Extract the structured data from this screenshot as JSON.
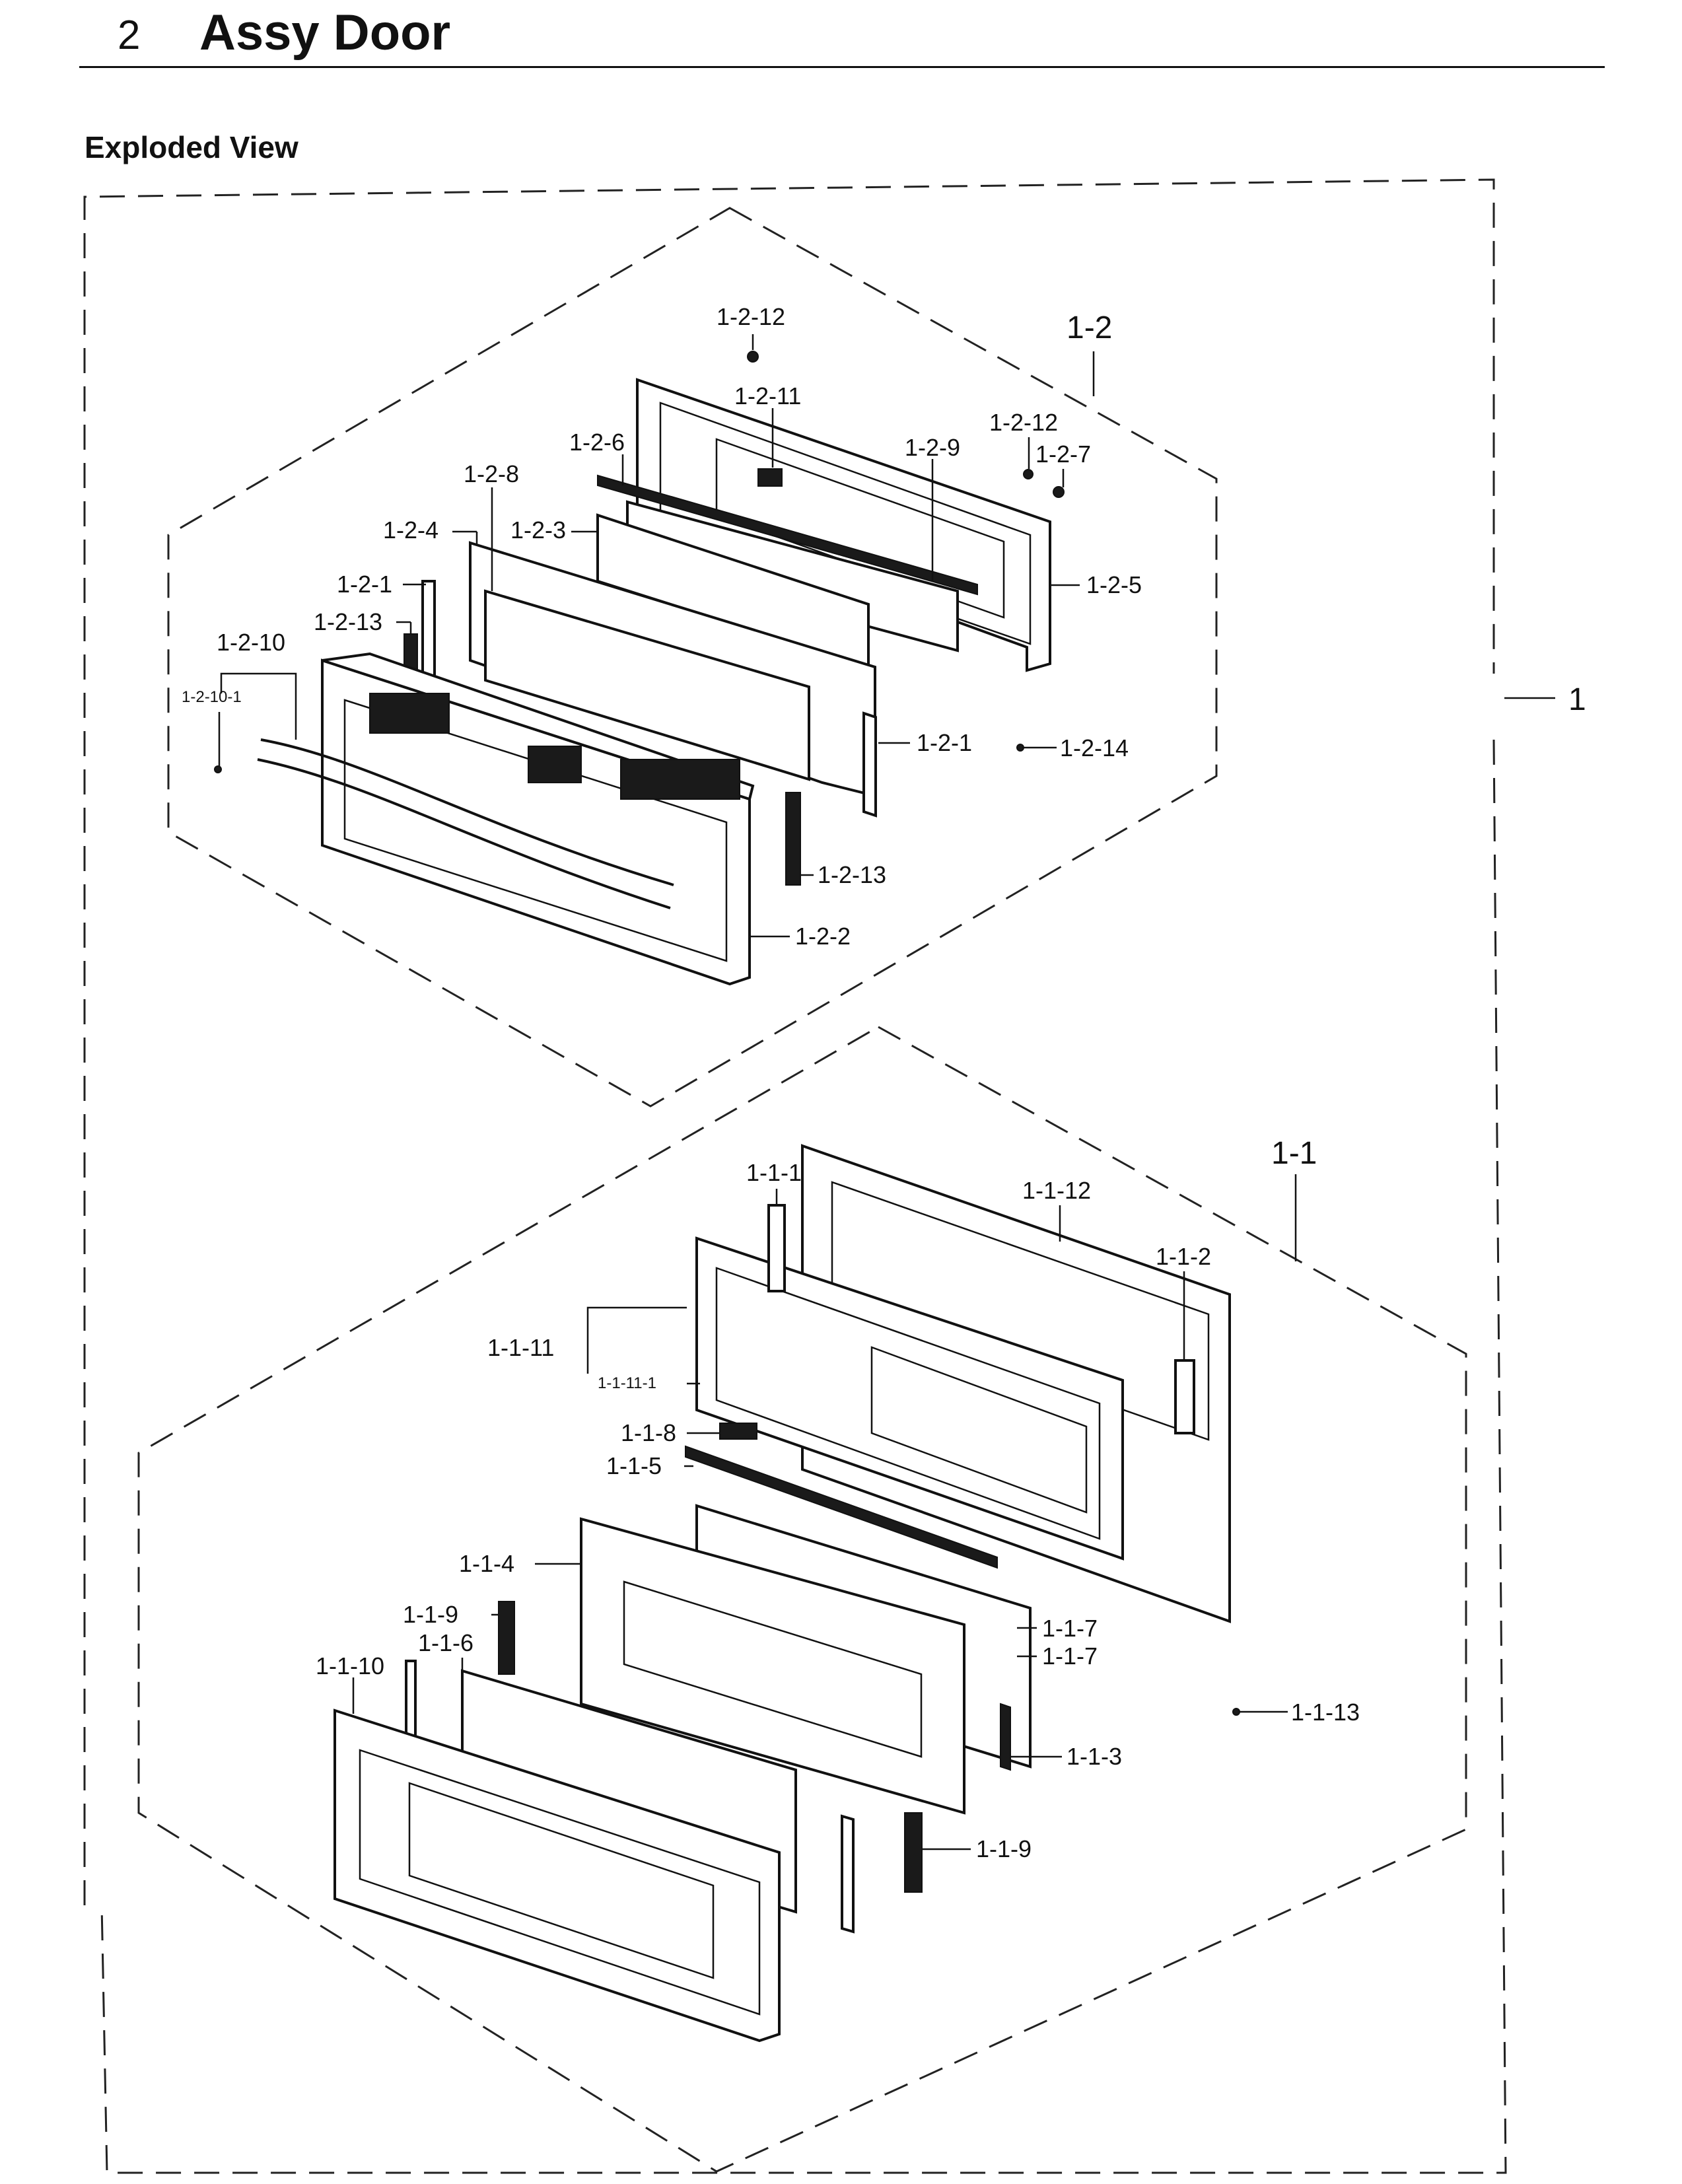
{
  "header": {
    "section_number": "2",
    "section_title": "Assy Door"
  },
  "subtitle": "Exploded View",
  "assemblies": {
    "a1": "1",
    "a1_2": "1-2",
    "a1_1": "1-1"
  },
  "callouts": {
    "c_1_2_12_top": "1-2-12",
    "c_1_2_11": "1-2-11",
    "c_1_2_6": "1-2-6",
    "c_1_2_9": "1-2-9",
    "c_1_2_12_right": "1-2-12",
    "c_1_2_7": "1-2-7",
    "c_1_2_8": "1-2-8",
    "c_1_2_4": "1-2-4",
    "c_1_2_3": "1-2-3",
    "c_1_2_5": "1-2-5",
    "c_1_2_1_left": "1-2-1",
    "c_1_2_13_left": "1-2-13",
    "c_1_2_10": "1-2-10",
    "c_1_2_10_1": "1-2-10-1",
    "c_1_2_1_right": "1-2-1",
    "c_1_2_14": "1-2-14",
    "c_1_2_13_right": "1-2-13",
    "c_1_2_2": "1-2-2",
    "c_1_1_1": "1-1-1",
    "c_1_1_12": "1-1-12",
    "c_1_1_2": "1-1-2",
    "c_1_1_11": "1-1-11",
    "c_1_1_11_1": "1-1-11-1",
    "c_1_1_8": "1-1-8",
    "c_1_1_5": "1-1-5",
    "c_1_1_4": "1-1-4",
    "c_1_1_9_left": "1-1-9",
    "c_1_1_6": "1-1-6",
    "c_1_1_10": "1-1-10",
    "c_1_1_7_a": "1-1-7",
    "c_1_1_7_b": "1-1-7",
    "c_1_1_13": "1-1-13",
    "c_1_1_3": "1-1-3",
    "c_1_1_9_right": "1-1-9"
  }
}
